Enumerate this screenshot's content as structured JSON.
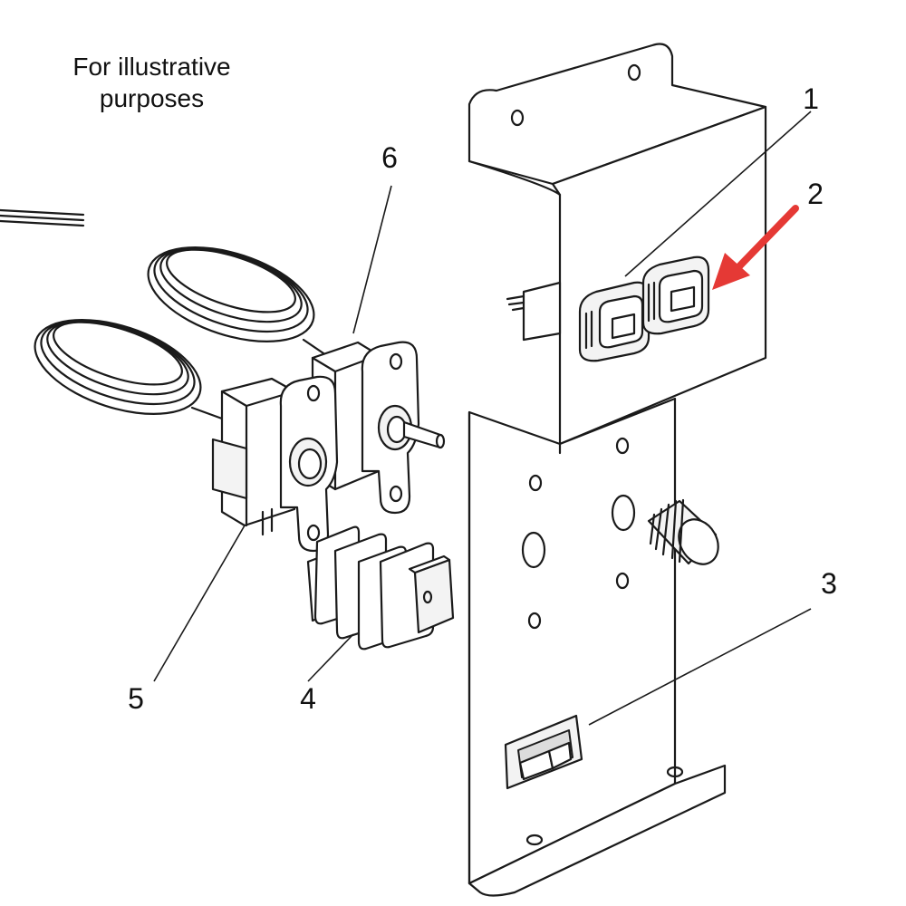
{
  "caption": {
    "lines": [
      "For illustrative",
      "purposes"
    ]
  },
  "callouts": [
    {
      "id": "part-1",
      "label": "1"
    },
    {
      "id": "part-2",
      "label": "2"
    },
    {
      "id": "part-3",
      "label": "3"
    },
    {
      "id": "part-4",
      "label": "4"
    },
    {
      "id": "part-5",
      "label": "5"
    },
    {
      "id": "part-6",
      "label": "6"
    }
  ],
  "colors": {
    "highlight_arrow": "#e53935",
    "line": "#1a1a1a",
    "background": "#ffffff"
  }
}
